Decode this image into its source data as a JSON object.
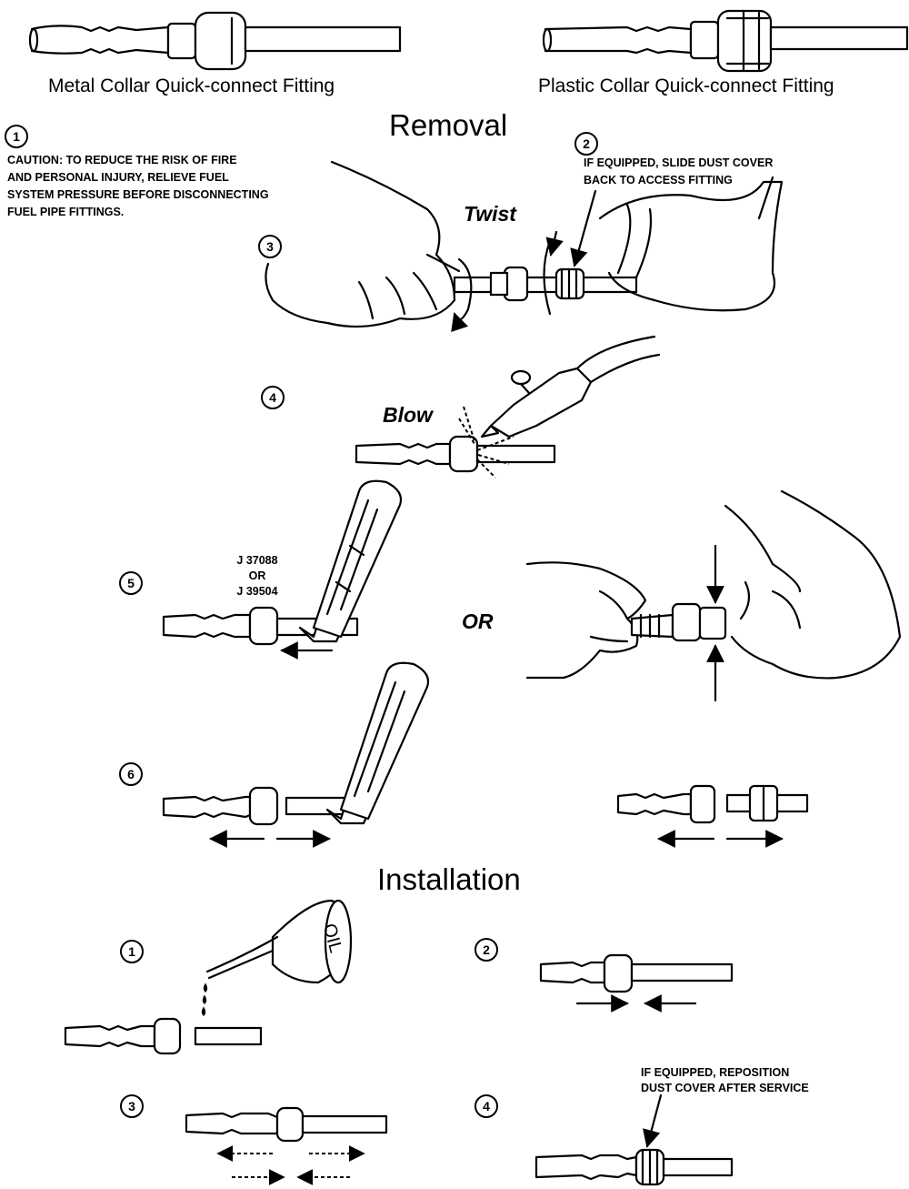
{
  "captions": {
    "metal": "Metal Collar Quick-connect Fitting",
    "plastic": "Plastic Collar Quick-connect Fitting"
  },
  "headings": {
    "removal": "Removal",
    "installation": "Installation"
  },
  "removal": {
    "step1": "1",
    "caution_lines": [
      "CAUTION:    TO REDUCE THE RISK OF FIRE",
      "AND PERSONAL INJURY, RELIEVE FUEL",
      "SYSTEM PRESSURE BEFORE DISCONNECTING",
      "FUEL PIPE FITTINGS."
    ],
    "step2": "2",
    "dust_cover_lines": [
      "IF EQUIPPED, SLIDE DUST COVER",
      "BACK TO ACCESS FITTING"
    ],
    "step3": "3",
    "twist": "Twist",
    "step4": "4",
    "blow": "Blow",
    "step5": "5",
    "tool_lines": [
      "J 37088",
      "OR",
      "J 39504"
    ],
    "or": "OR",
    "step6": "6"
  },
  "installation": {
    "step1": "1",
    "oil_label": "OIL",
    "step2": "2",
    "step3": "3",
    "step4": "4",
    "reposition_lines": [
      "IF EQUIPPED, REPOSITION",
      "DUST COVER AFTER SERVICE"
    ]
  }
}
